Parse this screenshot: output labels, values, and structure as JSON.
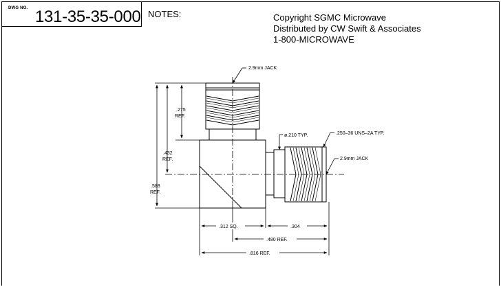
{
  "title_block": {
    "dwg_label": "DWG NO.",
    "dwg_number": "131-35-35-000"
  },
  "notes": {
    "label": "NOTES:"
  },
  "copyright": {
    "line1": "Copyright SGMC Microwave",
    "line2": "Distributed by CW Swift & Associates",
    "line3": "1-800-MICROWAVE"
  },
  "drawing": {
    "callout_top_jack": "2.9mm JACK",
    "callout_diameter": "ø.210 TYP.",
    "callout_thread": ".250–36 UNS–2A TYP.",
    "callout_side_jack": "2.9mm JACK",
    "dim_275": ".275",
    "dim_275_ref": "REF.",
    "dim_432": ".432",
    "dim_432_ref": "REF.",
    "dim_588": ".588",
    "dim_588_ref": "REF.",
    "dim_312": ".312 SQ.",
    "dim_304": ".304",
    "dim_480": ".480 REF.",
    "dim_816": ".816 REF."
  }
}
